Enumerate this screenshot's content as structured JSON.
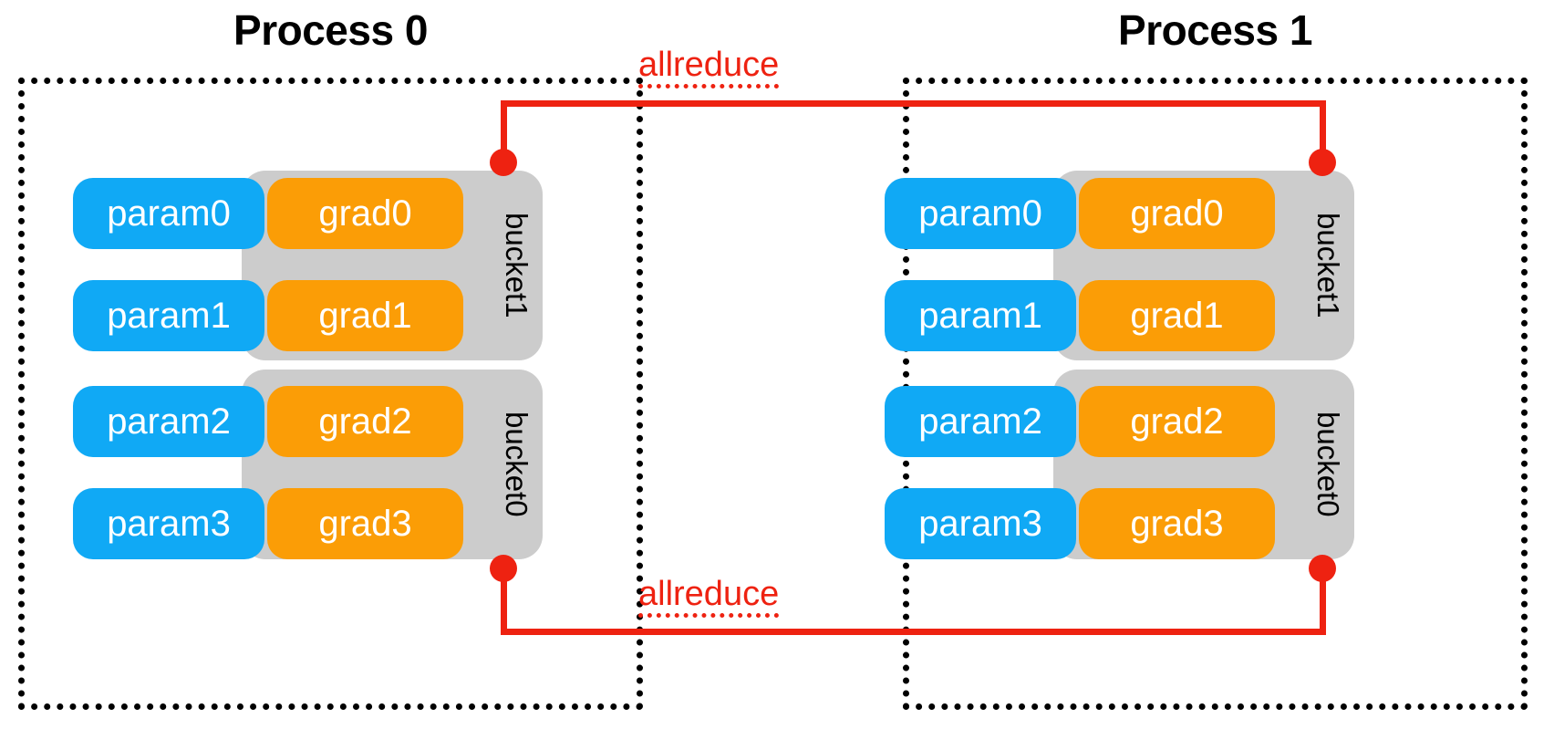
{
  "diagram": {
    "title_hidden": "DDP gradient bucketing and allreduce across two processes",
    "processes": [
      {
        "name": "Process 0",
        "buckets": [
          {
            "label": "bucket1",
            "rows": [
              {
                "param": "param0",
                "grad": "grad0"
              },
              {
                "param": "param1",
                "grad": "grad1"
              }
            ]
          },
          {
            "label": "bucket0",
            "rows": [
              {
                "param": "param2",
                "grad": "grad2"
              },
              {
                "param": "param3",
                "grad": "grad3"
              }
            ]
          }
        ]
      },
      {
        "name": "Process 1",
        "buckets": [
          {
            "label": "bucket1",
            "rows": [
              {
                "param": "param0",
                "grad": "grad0"
              },
              {
                "param": "param1",
                "grad": "grad1"
              }
            ]
          },
          {
            "label": "bucket0",
            "rows": [
              {
                "param": "param2",
                "grad": "grad2"
              },
              {
                "param": "param3",
                "grad": "grad3"
              }
            ]
          }
        ]
      }
    ],
    "connections": [
      {
        "label": "allreduce",
        "position": "top"
      },
      {
        "label": "allreduce",
        "position": "bottom"
      }
    ],
    "colors": {
      "param": "#10a9f5",
      "grad": "#fb9d06",
      "bucket": "#cccccc",
      "allreduce": "#ee2211",
      "frame": "#000000",
      "background": "#ffffff"
    }
  }
}
